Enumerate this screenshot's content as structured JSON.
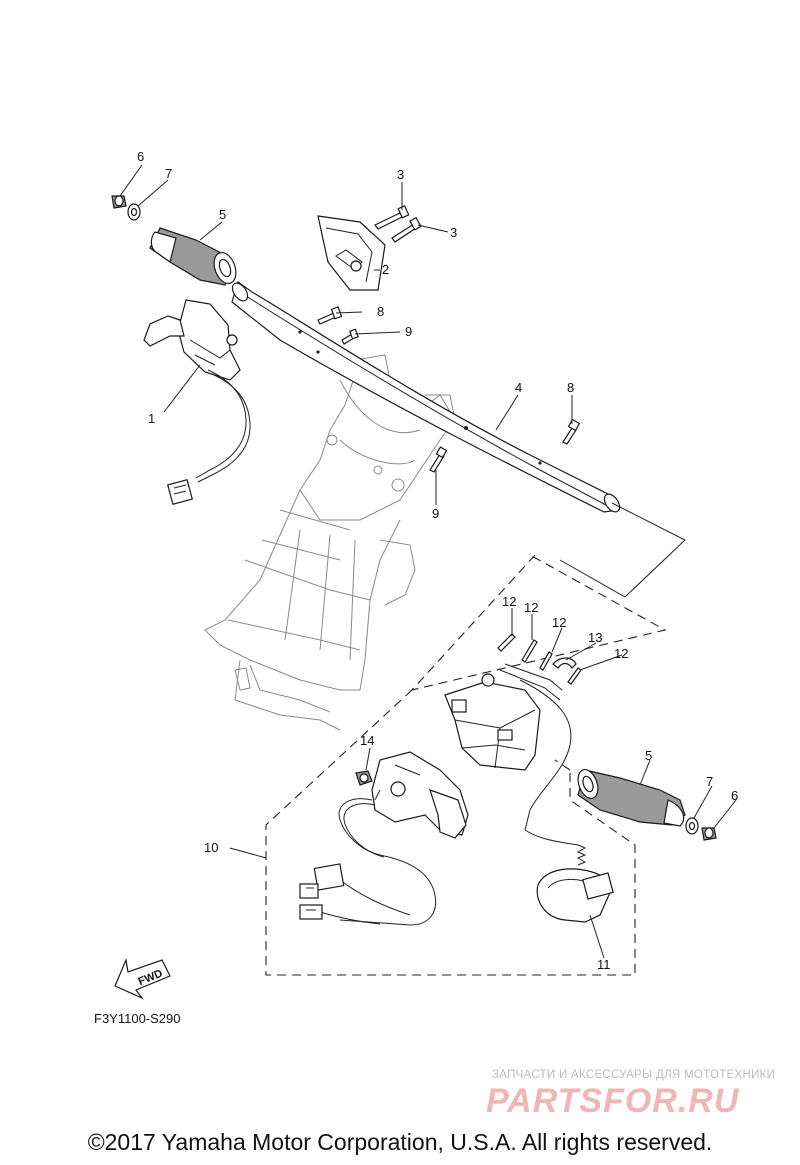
{
  "diagram": {
    "callouts": [
      {
        "id": "c1",
        "text": "1"
      },
      {
        "id": "c2",
        "text": "2"
      },
      {
        "id": "c3a",
        "text": "3"
      },
      {
        "id": "c3b",
        "text": "3"
      },
      {
        "id": "c4",
        "text": "4"
      },
      {
        "id": "c5a",
        "text": "5"
      },
      {
        "id": "c5b",
        "text": "5"
      },
      {
        "id": "c6a",
        "text": "6"
      },
      {
        "id": "c6b",
        "text": "6"
      },
      {
        "id": "c7a",
        "text": "7"
      },
      {
        "id": "c7b",
        "text": "7"
      },
      {
        "id": "c8a",
        "text": "8"
      },
      {
        "id": "c8b",
        "text": "8"
      },
      {
        "id": "c9a",
        "text": "9"
      },
      {
        "id": "c9b",
        "text": "9"
      },
      {
        "id": "c10",
        "text": "10"
      },
      {
        "id": "c11",
        "text": "11"
      },
      {
        "id": "c12a",
        "text": "12"
      },
      {
        "id": "c12b",
        "text": "12"
      },
      {
        "id": "c12c",
        "text": "12"
      },
      {
        "id": "c12d",
        "text": "12"
      },
      {
        "id": "c13",
        "text": "13"
      },
      {
        "id": "c14",
        "text": "14"
      }
    ],
    "fwd_label": "FWD",
    "reference_code": "F3Y1100-S290"
  },
  "watermark": {
    "tagline": "ЗАПЧАСТИ И АКСЕССУАРЫ ДЛЯ МОТОТЕХНИКИ",
    "logo": "PARTSFOR.RU"
  },
  "footer": {
    "copyright": "©2017 Yamaha Motor Corporation, U.S.A. All rights reserved."
  }
}
